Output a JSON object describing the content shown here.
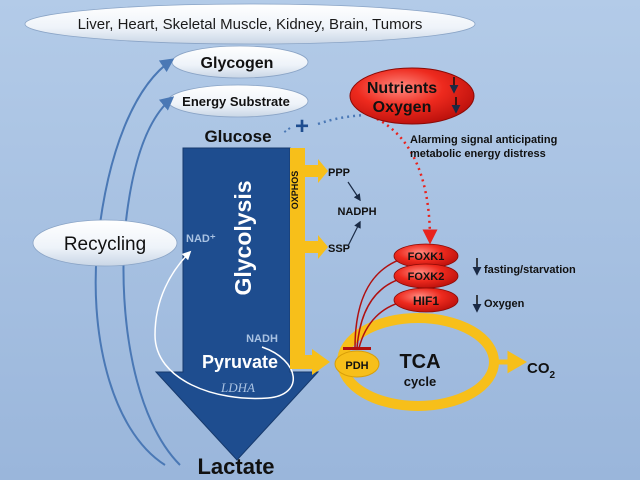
{
  "organs": "Liver, Heart, Skeletal Muscle, Kidney, Brain, Tumors",
  "glycogen": "Glycogen",
  "energy_substrate": "Energy Substrate",
  "glucose": "Glucose",
  "plus": "+",
  "glycolysis": "Glycolysis",
  "oxphos": "OXPHOS",
  "nad_plus": "NAD⁺",
  "nadh": "NADH",
  "pyruvate": "Pyruvate",
  "ldha": "LDHA",
  "lactate": "Lactate",
  "recycling": "Recycling",
  "nutrients": "Nutrients",
  "oxygen_red": "Oxygen",
  "alarm_line1": "Alarming signal anticipating",
  "alarm_line2": "metabolic energy distress",
  "ppp": "PPP",
  "nadph": "NADPH",
  "ssp": "SSP",
  "foxk1": "FOXK1",
  "foxk2": "FOXK2",
  "hif1": "HIF1",
  "fasting": "fasting/starvation",
  "oxygen_low": "Oxygen",
  "pdh": "PDH",
  "tca": "TCA",
  "cycle": "cycle",
  "co2": "CO",
  "co2_sub": "2",
  "colors": {
    "background": "#a9c2e2",
    "glycolysis_blue": "#1e4d8f",
    "yellow": "#f7bf1a",
    "red": "#e8231d",
    "dark_red": "#b01010"
  }
}
